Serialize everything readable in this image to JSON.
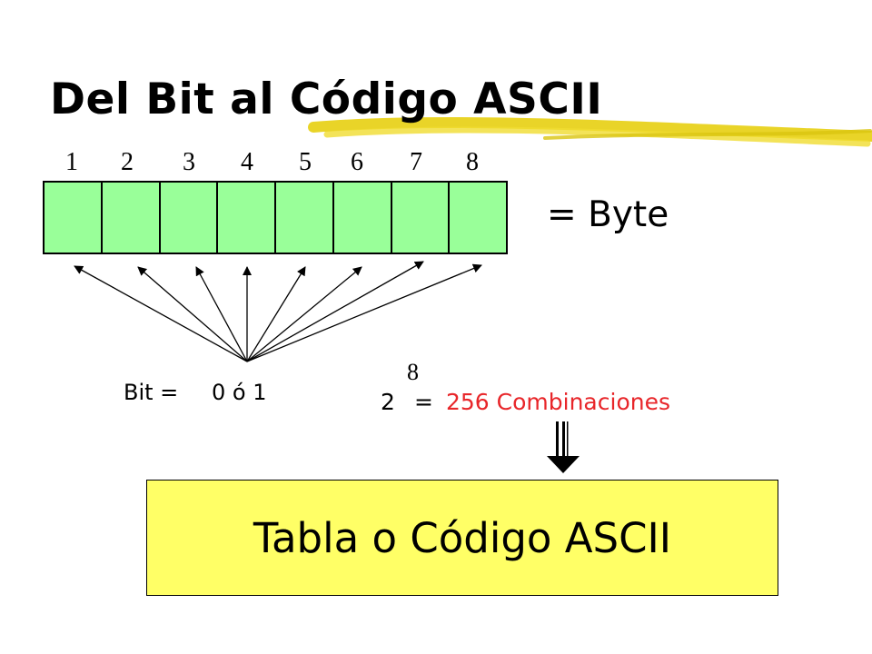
{
  "slide": {
    "title": "Del Bit al Código ASCII",
    "bit_numbers": [
      "1",
      "2",
      "3",
      "4",
      "5",
      "6",
      "7",
      "8"
    ],
    "byte_label": "= Byte",
    "bit_label": "Bit =",
    "bit_values": "0 ó 1",
    "formula": {
      "base": "2",
      "exponent": "8",
      "equals": "=",
      "result": "256 Combinaciones"
    },
    "box_label": "Tabla o Código ASCII"
  },
  "colors": {
    "cell_fill": "#99ff99",
    "box_fill": "#ffff66",
    "result_color": "#e8262a",
    "brush_stroke": "#e8d21c"
  }
}
